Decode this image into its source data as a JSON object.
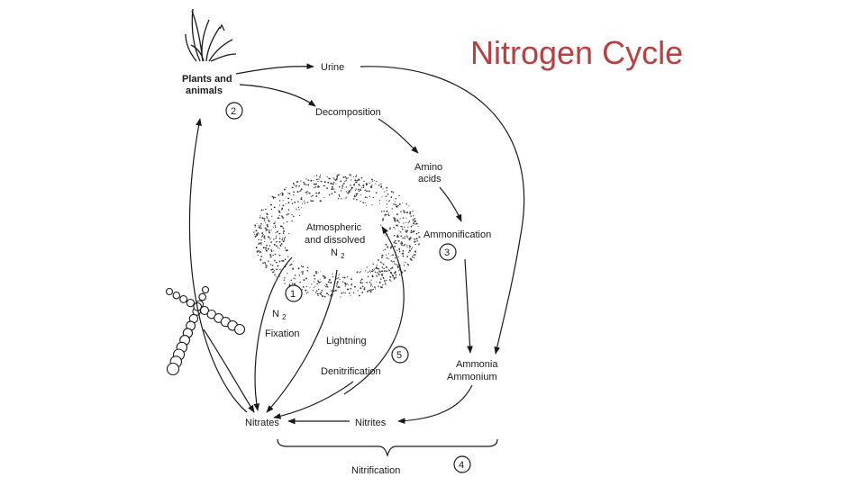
{
  "title": "Nitrogen Cycle",
  "colors": {
    "title": "#b84040",
    "ink": "#1a1a1a"
  },
  "nodes": {
    "plants_animals": [
      "Plants and",
      "animals"
    ],
    "urine": "Urine",
    "decomposition": "Decomposition",
    "amino_acids": [
      "Amino",
      "acids"
    ],
    "atmospheric": [
      "Atmospheric",
      "and dissolved",
      "N"
    ],
    "atmospheric_subscript": "2",
    "ammonification": "Ammonification",
    "n2_fixation": [
      "N",
      "Fixation"
    ],
    "n2_subscript": "2",
    "lightning": "Lightning",
    "denitrification": "Denitrification",
    "ammonia": [
      "Ammonia",
      "Ammonium"
    ],
    "nitrates": "Nitrates",
    "nitrites": "Nitrites",
    "nitrification": "Nitrification"
  },
  "steps": [
    "1",
    "2",
    "3",
    "4",
    "5"
  ],
  "icons": [
    "plant-icon",
    "algae-filament-icon",
    "atmosphere-cloud-icon"
  ]
}
